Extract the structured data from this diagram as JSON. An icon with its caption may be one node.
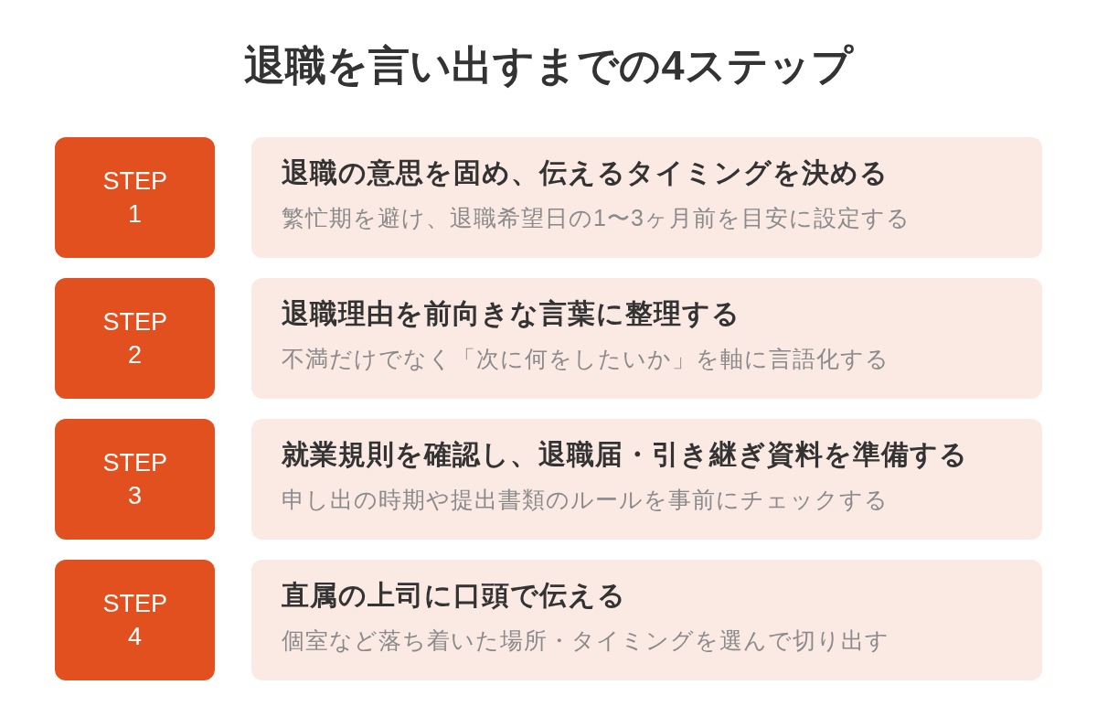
{
  "diagram": {
    "title": "退職を言い出すまでの4ステップ",
    "nodes": [
      {
        "text": [
          "STEP 1"
        ]
      },
      {
        "text": [
          "退職の意思を固め、伝えるタイミングを決める",
          "繁忙期を避け、退職希望日の1〜3ヶ月前を目安に設定する"
        ]
      },
      {
        "text": [
          "STEP 2"
        ]
      },
      {
        "text": [
          "退職理由を前向きな言葉に整理する",
          "不満だけでなく「次に何をしたいか」を軸に言語化する"
        ]
      },
      {
        "text": [
          "STEP 3"
        ]
      },
      {
        "text": [
          "就業規則を確認し、退職届・引き継ぎ資料を準備する",
          "申し出の時期や提出書類のルールを事前にチェックする"
        ]
      },
      {
        "text": [
          "STEP 4"
        ]
      },
      {
        "text": [
          "直属の上司に口頭で伝える",
          "個室など落ち着いた場所・タイミングを選んで切り出す"
        ]
      }
    ]
  }
}
